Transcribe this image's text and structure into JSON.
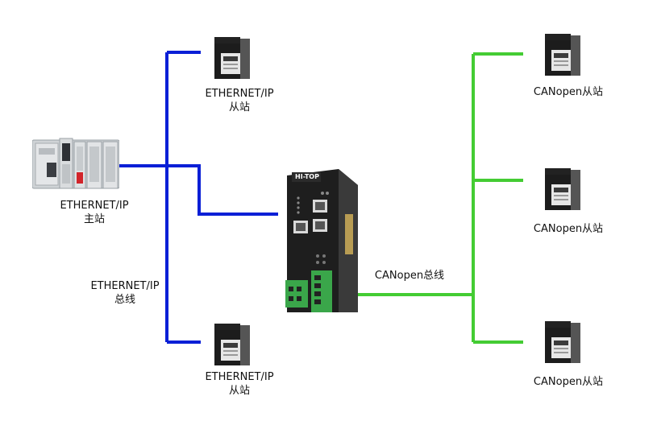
{
  "colors": {
    "ethernet": "#0a1fd6",
    "canopen": "#44cc33"
  },
  "master": {
    "line1": "ETHERNET/IP",
    "line2": "主站"
  },
  "eth_bus_label": {
    "line1": "ETHERNET/IP",
    "line2": "总线"
  },
  "eth_slave_top": {
    "line1": "ETHERNET/IP",
    "line2": "从站"
  },
  "eth_slave_bottom": {
    "line1": "ETHERNET/IP",
    "line2": "从站"
  },
  "gateway": {
    "brand": "HI-TOP"
  },
  "can_bus_label": "CANopen总线",
  "can_slaves": [
    {
      "label": "CANopen从站"
    },
    {
      "label": "CANopen从站"
    },
    {
      "label": "CANopen从站"
    }
  ]
}
